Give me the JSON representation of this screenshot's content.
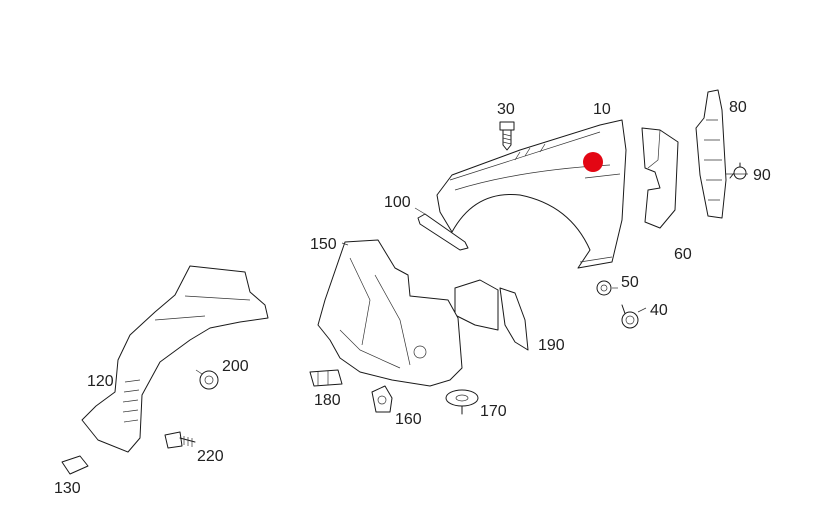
{
  "diagram": {
    "marker_color": "#e30613",
    "parts": [
      {
        "id": "10",
        "label": "10"
      },
      {
        "id": "30",
        "label": "30"
      },
      {
        "id": "40",
        "label": "40"
      },
      {
        "id": "50",
        "label": "50"
      },
      {
        "id": "60",
        "label": "60"
      },
      {
        "id": "80",
        "label": "80"
      },
      {
        "id": "90",
        "label": "90"
      },
      {
        "id": "100",
        "label": "100"
      },
      {
        "id": "120",
        "label": "120"
      },
      {
        "id": "130",
        "label": "130"
      },
      {
        "id": "150",
        "label": "150"
      },
      {
        "id": "160",
        "label": "160"
      },
      {
        "id": "170",
        "label": "170"
      },
      {
        "id": "180",
        "label": "180"
      },
      {
        "id": "190",
        "label": "190"
      },
      {
        "id": "200",
        "label": "200"
      },
      {
        "id": "220",
        "label": "220"
      }
    ]
  }
}
